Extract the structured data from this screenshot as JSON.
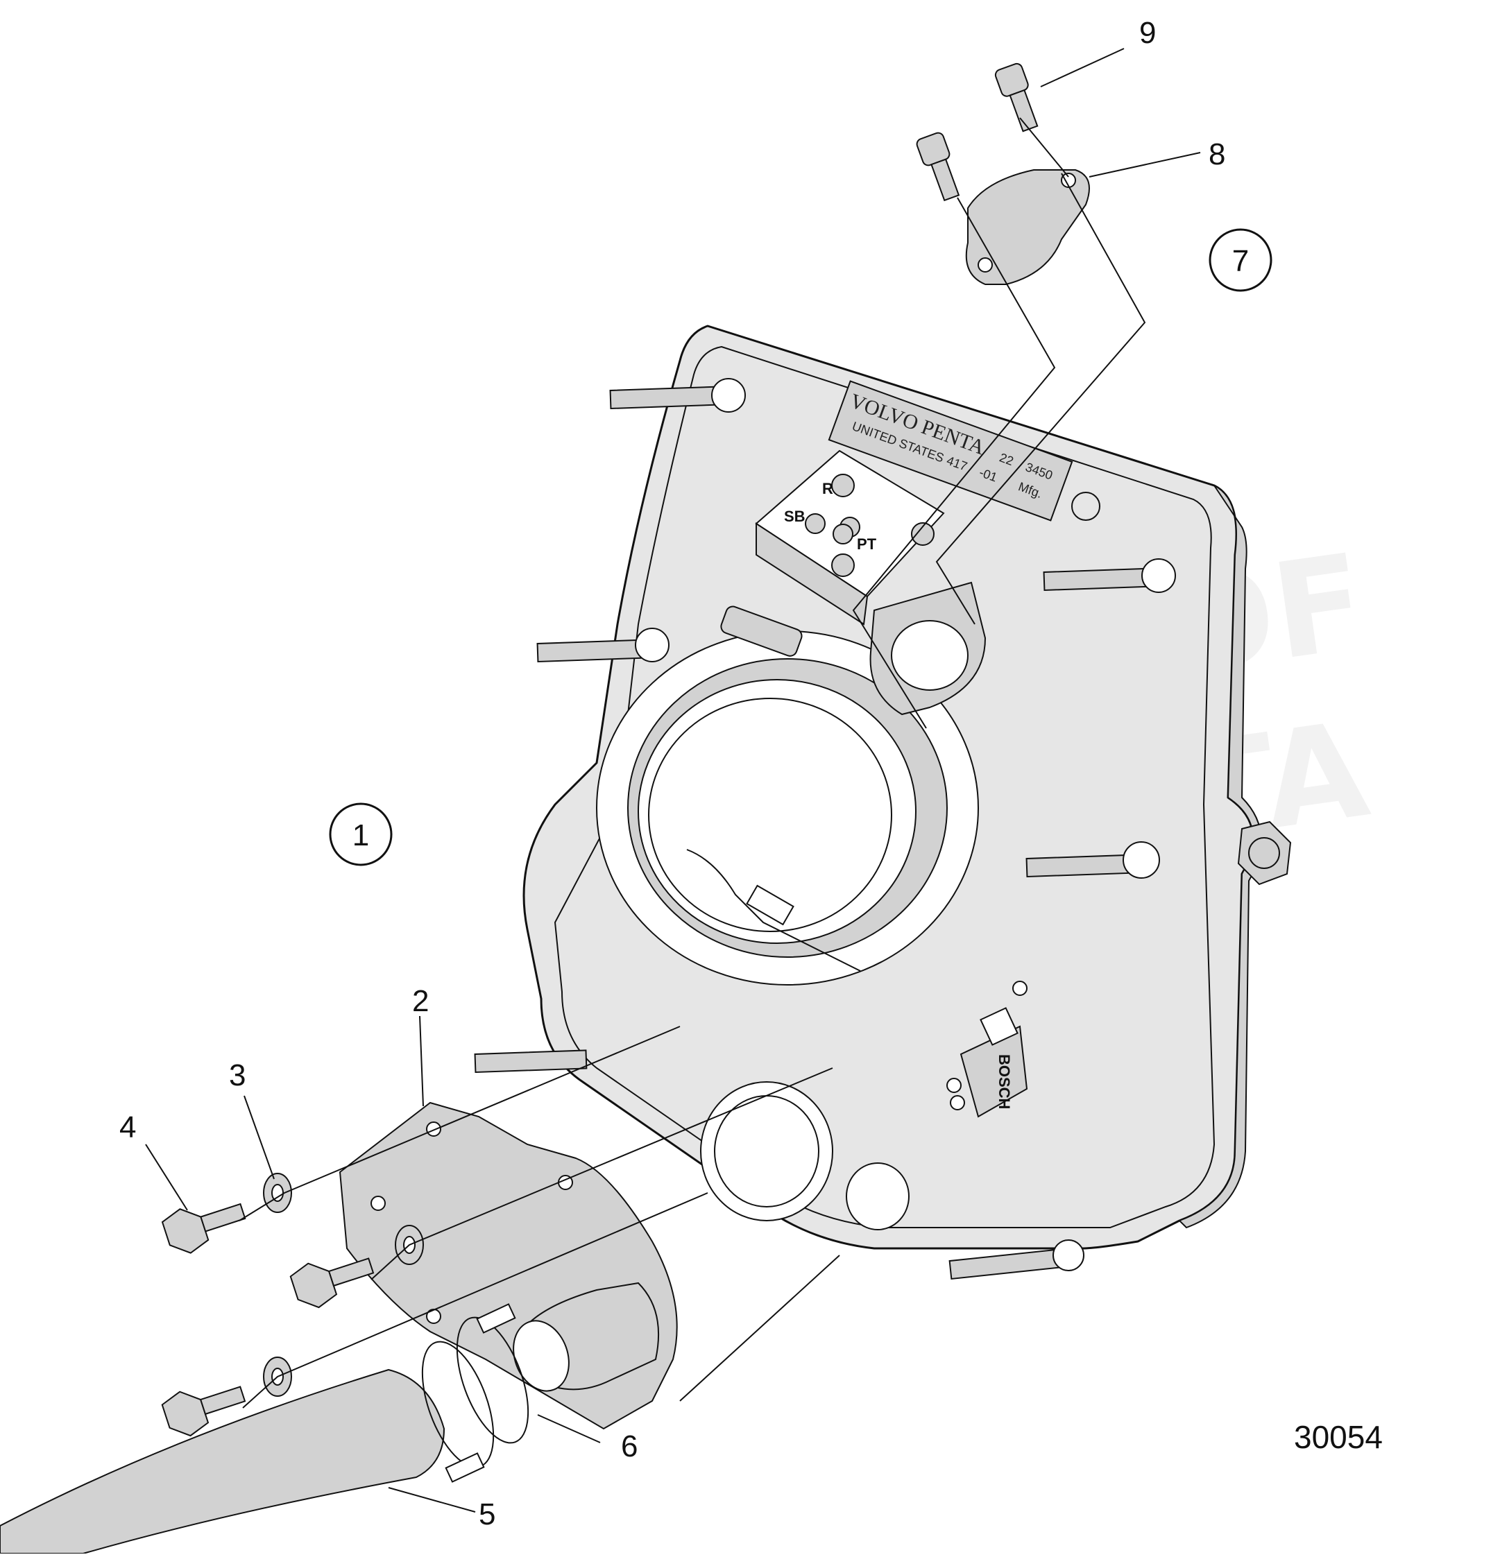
{
  "diagram": {
    "figure_number": "30054",
    "callouts": {
      "c1": "1",
      "c2": "2",
      "c3": "3",
      "c4": "4",
      "c5": "5",
      "c6": "6",
      "c7": "7",
      "c8": "8",
      "c9": "9"
    },
    "casting_marks": {
      "brand": "VOLVO PENTA",
      "origin": "UNITED STATES",
      "part_left": "417",
      "part_mid": "-01",
      "part_right": "3450",
      "part_prefix": "22",
      "mfg": "Mfg.",
      "port_r": "R",
      "port_sb": "SB",
      "port_pt": "PT",
      "sensor_brand": "BOSCH"
    },
    "watermark": {
      "line1": "PERTY OF",
      "line2": "VO PENTA"
    }
  }
}
